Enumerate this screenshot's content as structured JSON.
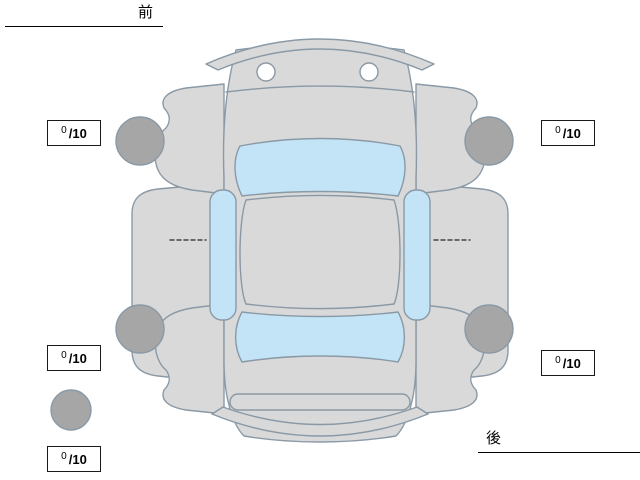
{
  "diagram": {
    "front_label": "前",
    "rear_label": "後",
    "description": "car-top-view-condition-diagram"
  },
  "colors": {
    "body": "#d9d9d9",
    "window": "#c2e4f6",
    "tire": "#a6a6a6",
    "outline": "#8a99a6"
  },
  "tires": {
    "front_left": {
      "value": "0",
      "max": "/10"
    },
    "front_right": {
      "value": "0",
      "max": "/10"
    },
    "rear_left": {
      "value": "0",
      "max": "/10"
    },
    "rear_right": {
      "value": "0",
      "max": "/10"
    },
    "spare": {
      "value": "0",
      "max": "/10"
    }
  }
}
